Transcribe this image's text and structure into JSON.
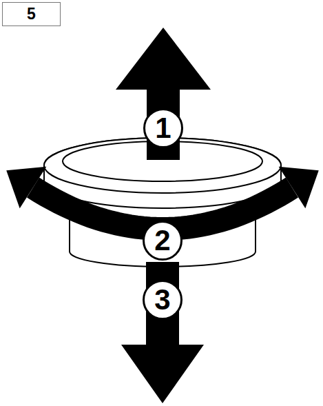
{
  "diagram": {
    "nodes": [
      {
        "text": [
          "5"
        ]
      },
      {
        "text": [
          "1"
        ]
      },
      {
        "text": [
          "2"
        ]
      },
      {
        "text": [
          "3"
        ]
      }
    ]
  }
}
